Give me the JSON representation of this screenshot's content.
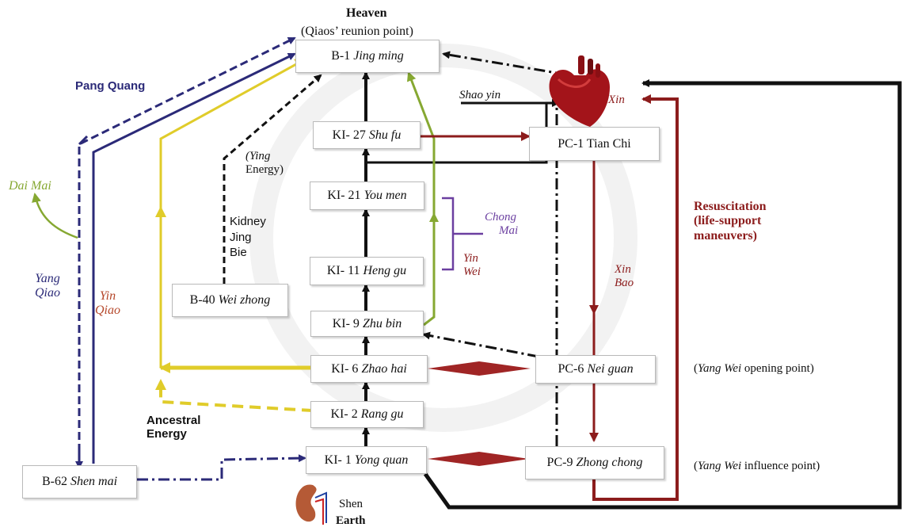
{
  "heaven": {
    "title": "Heaven",
    "subtitle": "(Qiaos’ reunion point)"
  },
  "earth": {
    "shen": "Shen",
    "title": "Earth"
  },
  "nodes": {
    "b1": {
      "code": "B-1",
      "name": "Jing ming"
    },
    "ki27": {
      "code": "KI- 27",
      "name": "Shu fu"
    },
    "ki21": {
      "code": "KI- 21",
      "name": "You men"
    },
    "ki11": {
      "code": "KI- 11",
      "name": "Heng gu"
    },
    "ki9": {
      "code": "KI- 9",
      "name": "Zhu bin"
    },
    "ki6": {
      "code": "KI- 6",
      "name": "Zhao hai"
    },
    "ki2": {
      "code": "KI- 2",
      "name": "Rang gu"
    },
    "ki1": {
      "code": "KI- 1",
      "name": "Yong quan"
    },
    "b40": {
      "code": "B-40",
      "name": "Wei zhong"
    },
    "b62": {
      "code": "B-62",
      "name": "Shen mai"
    },
    "pc1": {
      "text": "PC-1 Tian Chi"
    },
    "pc6": {
      "code": "PC-6",
      "name": "Nei guan"
    },
    "pc9": {
      "code": "PC-9",
      "name": "Zhong chong"
    }
  },
  "labels": {
    "pang_quang": "Pang Quang",
    "dai_mai": "Dai Mai",
    "yang_qiao_1": "Yang",
    "yang_qiao_2": "Qiao",
    "yin_qiao_1": "Yin",
    "yin_qiao_2": "Qiao",
    "ying_1": "(Ying",
    "ying_2": "Energy)",
    "kidney_1": "Kidney",
    "kidney_2": "Jing",
    "kidney_3": "Bie",
    "shao_yin": "Shao yin",
    "xin": "Xin",
    "chong_1": "Chong",
    "chong_2": "Mai",
    "yin_wei_1": "Yin",
    "yin_wei_2": "Wei",
    "xin_bao_1": "Xin",
    "xin_bao_2": "Bao",
    "resus_1": "Resuscitation",
    "resus_2": "(life-support",
    "resus_3": "maneuvers)",
    "ancestral_1": "Ancestral",
    "ancestral_2": "Energy",
    "yang_wei_open_name": "Yang Wei",
    "yang_wei_open_rest": " opening point)",
    "yang_wei_infl_name": "Yang Wei",
    "yang_wei_infl_rest": " influence point)",
    "paren_open": "("
  },
  "colors": {
    "navy": "#2b2a78",
    "black": "#111111",
    "red": "#8c1c1c",
    "green": "#86a832",
    "gold": "#e0cc2a",
    "purple": "#6b3fa0",
    "box_border": "#b9b9b9"
  },
  "icons": {
    "heart": "heart-icon",
    "kidney": "kidney-icon"
  }
}
